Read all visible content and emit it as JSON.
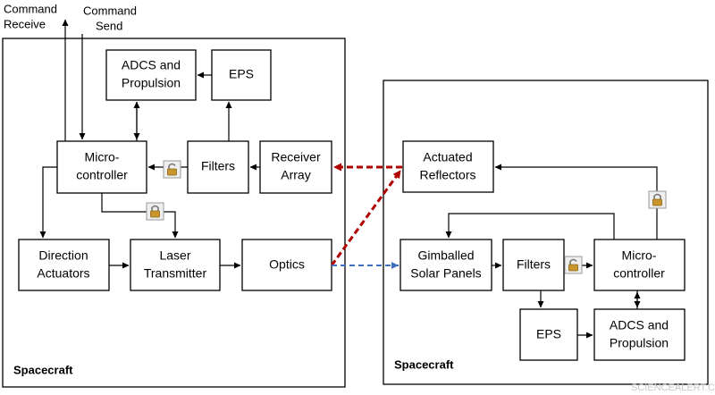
{
  "external": {
    "command_receive_line1": "Command",
    "command_receive_line2": "Receive",
    "command_send_line1": "Command",
    "command_send_line2": "Send"
  },
  "left_spacecraft": {
    "title": "Spacecraft",
    "adcs_line1": "ADCS and",
    "adcs_line2": "Propulsion",
    "eps": "EPS",
    "micro_line1": "Micro-",
    "micro_line2": "controller",
    "filters": "Filters",
    "receiver_line1": "Receiver",
    "receiver_line2": "Array",
    "direction_line1": "Direction",
    "direction_line2": "Actuators",
    "laser_line1": "Laser",
    "laser_line2": "Transmitter",
    "optics": "Optics"
  },
  "right_spacecraft": {
    "title": "Spacecraft",
    "reflectors_line1": "Actuated",
    "reflectors_line2": "Reflectors",
    "solar_line1": "Gimballed",
    "solar_line2": "Solar Panels",
    "filters": "Filters",
    "micro_line1": "Micro-",
    "micro_line2": "controller",
    "eps": "EPS",
    "adcs_line1": "ADCS and",
    "adcs_line2": "Propulsion"
  },
  "link_colors": {
    "optical_link": "#b00000",
    "power_beam": "#3f6fbf"
  },
  "watermark": "SCIENCEALERT.COM"
}
